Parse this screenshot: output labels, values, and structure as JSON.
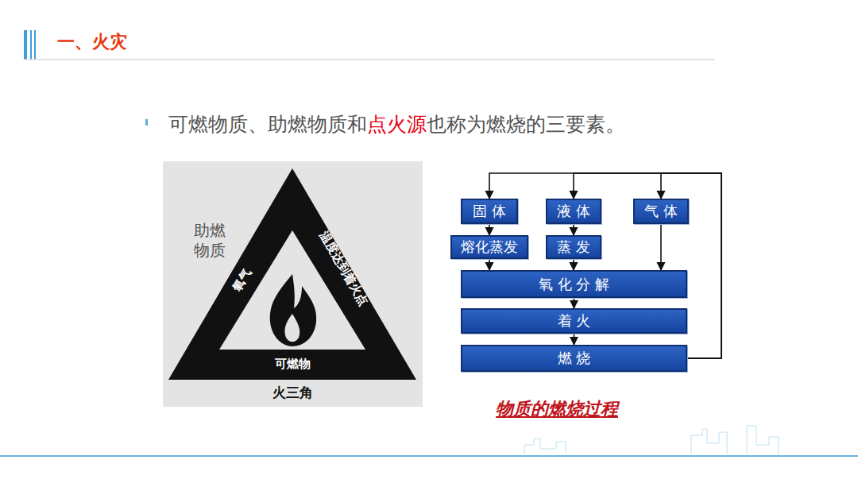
{
  "diagram": {
    "title": "一、火灾",
    "caption": "物质的燃烧过程",
    "nodes": [
      {
        "text": [
          "固 体"
        ]
      },
      {
        "text": [
          "液 体"
        ]
      },
      {
        "text": [
          "气 体"
        ]
      },
      {
        "text": [
          "熔化蒸发"
        ]
      },
      {
        "text": [
          "蒸 发"
        ]
      },
      {
        "text": [
          "氧 化 分 解"
        ]
      },
      {
        "text": [
          "着 火"
        ]
      },
      {
        "text": [
          "燃 烧"
        ]
      }
    ],
    "edges": [
      {
        "from": 0,
        "to": 3,
        "arrow": "to"
      },
      {
        "from": 1,
        "to": 4,
        "arrow": "to"
      },
      {
        "from": 3,
        "to": 5,
        "arrow": "to"
      },
      {
        "from": 4,
        "to": 5,
        "arrow": "to"
      },
      {
        "from": 2,
        "to": 5,
        "arrow": "to"
      },
      {
        "from": 5,
        "to": 6,
        "arrow": "to"
      },
      {
        "from": 6,
        "to": 7,
        "arrow": "to"
      },
      {
        "from": 7,
        "to": 0,
        "arrow": "to"
      },
      {
        "from": 7,
        "to": 1,
        "arrow": "to"
      },
      {
        "from": 7,
        "to": 2,
        "arrow": "to"
      }
    ],
    "labels": [
      "可燃物质、助燃物质和",
      "点火源",
      "也称为燃烧的三要素。",
      "助燃物质",
      "氧气",
      "温度达到着火点",
      "可燃物",
      "火三角"
    ]
  }
}
